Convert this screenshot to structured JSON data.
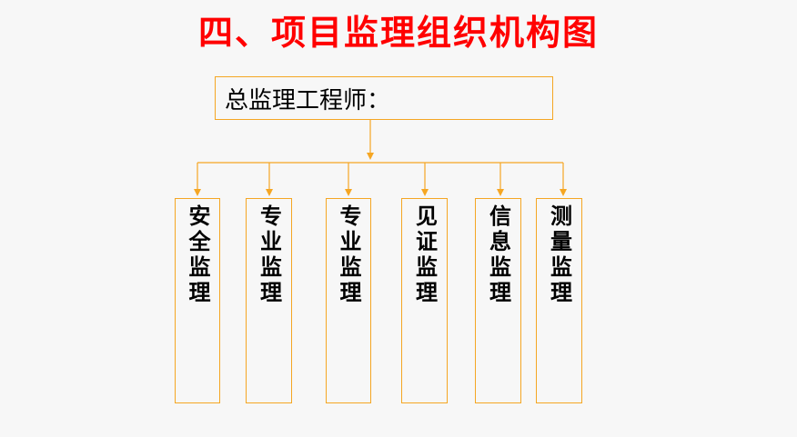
{
  "title": "四、项目监理组织机构图",
  "colors": {
    "title": "#ff0000",
    "connector": "#f5a623",
    "background": "#f7f7f7"
  },
  "top_box": {
    "label": "总监理工程师："
  },
  "roles": [
    {
      "label": "安全监理"
    },
    {
      "label": "专业监理"
    },
    {
      "label": "专业监理"
    },
    {
      "label": "见证监理"
    },
    {
      "label": "信息监理"
    },
    {
      "label": "测量监理"
    }
  ]
}
